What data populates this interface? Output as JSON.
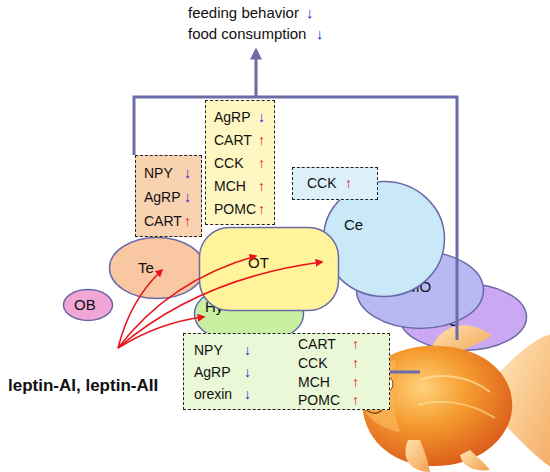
{
  "diagram": {
    "nodes": [
      {
        "text": [
          "AgRP",
          "↓",
          "CART",
          "↑",
          "CCK",
          "↑",
          "MCH",
          "↑",
          "POMC",
          "↑"
        ]
      },
      {
        "text": [
          "NPY",
          "↓",
          "AgRP",
          "↓",
          "CART",
          "↑"
        ]
      },
      {
        "text": [
          "CCK",
          "↑"
        ]
      },
      {
        "text": [
          "OB"
        ]
      },
      {
        "text": [
          "Te"
        ]
      },
      {
        "text": [
          "OT"
        ]
      },
      {
        "text": [
          "Hy"
        ]
      },
      {
        "text": [
          "Ce"
        ]
      },
      {
        "text": [
          "MO"
        ]
      },
      {
        "text": [
          "SC"
        ]
      },
      {
        "text": [
          "NPY",
          "↓",
          "AgRP",
          "↓",
          "orexin",
          "↓",
          "CART",
          "↑",
          "CCK",
          "↑",
          "MCH",
          "↑",
          "POMC",
          "↑"
        ]
      }
    ],
    "labels": [
      "feeding behavior",
      "↓",
      "food consumption",
      "↓",
      "leptin-AI, leptin-AII"
    ]
  }
}
